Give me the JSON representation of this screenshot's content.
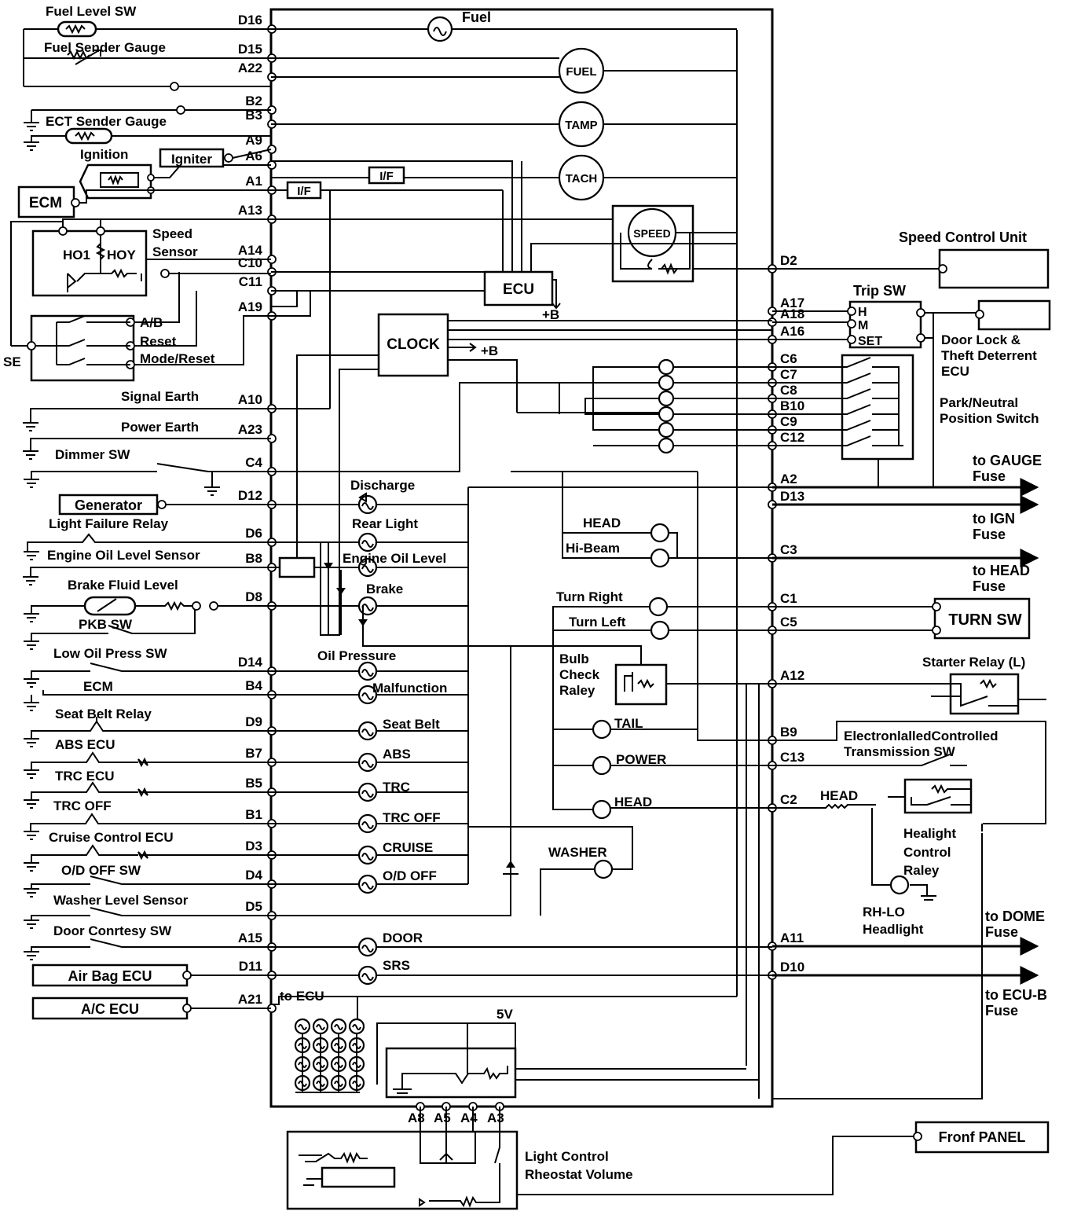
{
  "cluster": {
    "left_pins": [
      "D16",
      "D15",
      "A22",
      "B2",
      "B3",
      "A9",
      "A6",
      "A1",
      "A13",
      "A14",
      "C10",
      "C11",
      "A19",
      "A10",
      "A23",
      "C4",
      "D12",
      "D6",
      "B8",
      "D8",
      "D14",
      "B4",
      "D9",
      "B7",
      "B5",
      "B1",
      "D3",
      "D4",
      "D5",
      "A15",
      "D11",
      "A21"
    ],
    "right_pins": [
      "D2",
      "A17",
      "A18",
      "A16",
      "C6",
      "C7",
      "C8",
      "B10",
      "C9",
      "C12",
      "A2",
      "D13",
      "C3",
      "C1",
      "C5",
      "A12",
      "B9",
      "C13",
      "C2",
      "A11",
      "D10"
    ],
    "bottom_pins": [
      "A8",
      "A5",
      "A4",
      "A3"
    ]
  },
  "gauges": {
    "fuel": "FUEL",
    "temp": "TAMP",
    "tach": "TACH",
    "speed": "SPEED"
  },
  "modules": {
    "ecu": "ECU",
    "clock": "CLOCK",
    "if1": "I/F",
    "if2": "I/F",
    "b1": "+B",
    "b2": "+B",
    "to_ecu": "to ECU",
    "v5": "5V"
  },
  "left_components": {
    "fuel_level_sw": "Fuel Level SW",
    "fuel_sender": "Fuel Sender Gauge",
    "ect_sender": "ECT Sender Gauge",
    "ignition": "Ignition",
    "igniter": "Igniter",
    "ecm_box": "ECM",
    "speed_sensor_1": "Speed",
    "speed_sensor_2": "Sensor",
    "ho1": "HO1",
    "hoy": "HOY",
    "ab": "A/B",
    "reset": "Reset",
    "mode_reset": "Mode/Reset",
    "se": "SE",
    "signal_earth": "Signal Earth",
    "power_earth": "Power Earth",
    "dimmer_sw": "Dimmer SW",
    "generator": "Generator",
    "light_failure_relay": "Light Failure Relay",
    "engine_oil_sensor": "Engine Oil Level Sensor",
    "brake_fluid": "Brake Fluid Level",
    "pkb_sw": "PKB SW",
    "low_oil_sw": "Low Oil Press SW",
    "ecm_label": "ECM",
    "seat_belt_relay": "Seat Belt Relay",
    "abs_ecu": "ABS ECU",
    "trc_ecu": "TRC ECU",
    "trc_off_sw": "TRC OFF",
    "cruise_ecu": "Cruise Control ECU",
    "od_off_sw": "O/D OFF SW",
    "washer_sensor": "Washer Level Sensor",
    "door_sw": "Door Conrtesy SW",
    "airbag_ecu": "Air Bag ECU",
    "ac_ecu": "A/C ECU"
  },
  "indicators": {
    "fuel": "Fuel",
    "discharge": "Discharge",
    "rear_light": "Rear Light",
    "engine_oil": "Engine Oil Level",
    "brake": "Brake",
    "oil_pressure": "Oil Pressure",
    "malfunction": "Malfunction",
    "seat_belt": "Seat Belt",
    "abs": "ABS",
    "trc": "TRC",
    "trc_off": "TRC OFF",
    "cruise": "CRUISE",
    "od_off": "O/D OFF",
    "washer": "WASHER",
    "door": "DOOR",
    "srs": "SRS",
    "head": "HEAD",
    "hi_beam": "Hi-Beam",
    "turn_right": "Turn Right",
    "turn_left": "Turn Left",
    "tail": "TAIL",
    "power": "POWER",
    "head2": "HEAD"
  },
  "bulb_check": [
    "Bulb",
    "Check",
    "Raley"
  ],
  "right_components": {
    "speed_control_unit": "Speed Control Unit",
    "trip_sw": "Trip SW",
    "h": "H",
    "m": "M",
    "set": "SET",
    "door_lock_1": "Door Lock &",
    "door_lock_2": "Theft Deterrent",
    "door_lock_3": "ECU",
    "park_neutral_1": "Park/Neutral",
    "park_neutral_2": "Position Switch",
    "to_gauge_1": "to GAUGE",
    "to_gauge_2": "Fuse",
    "to_ign_1": "to IGN",
    "to_ign_2": "Fuse",
    "to_head_1": "to HEAD",
    "to_head_2": "Fuse",
    "turn_sw": "TURN SW",
    "starter_relay": "Starter Relay (L)",
    "ect_sw_1": "ElectronlalledControlled",
    "ect_sw_2": "Transmission SW",
    "head_label": "HEAD",
    "headlight_relay_1": "Healight",
    "headlight_relay_2": "Control",
    "headlight_relay_3": "Raley",
    "rh_lo_1": "RH-LO",
    "rh_lo_2": "Headlight",
    "to_dome_1": "to DOME",
    "to_dome_2": "Fuse",
    "to_ecub_1": "to ECU-B",
    "to_ecub_2": "Fuse",
    "front_panel": "Fronf PANEL",
    "rheostat_1": "Light Control",
    "rheostat_2": "Rheostat Volume"
  }
}
